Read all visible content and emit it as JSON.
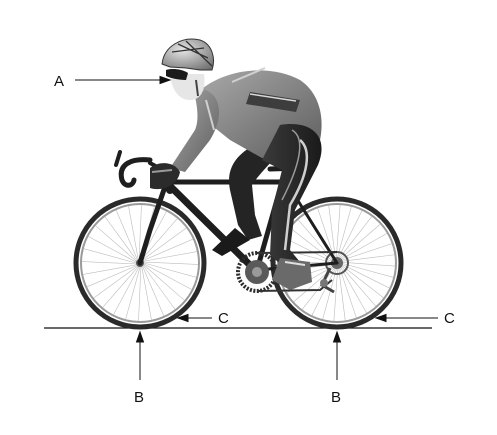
{
  "labels": {
    "a": "A",
    "b_front": "B",
    "b_rear": "B",
    "c_front": "C",
    "c_rear": "C"
  },
  "colors": {
    "ink": "#111111",
    "jersey": "#8a8a8a",
    "jersey_dark": "#4a4a4a",
    "tights": "#2b2b2b",
    "frame": "#1e1e1e",
    "tire": "#2a2a2a",
    "spoke": "#b8b8b8"
  }
}
